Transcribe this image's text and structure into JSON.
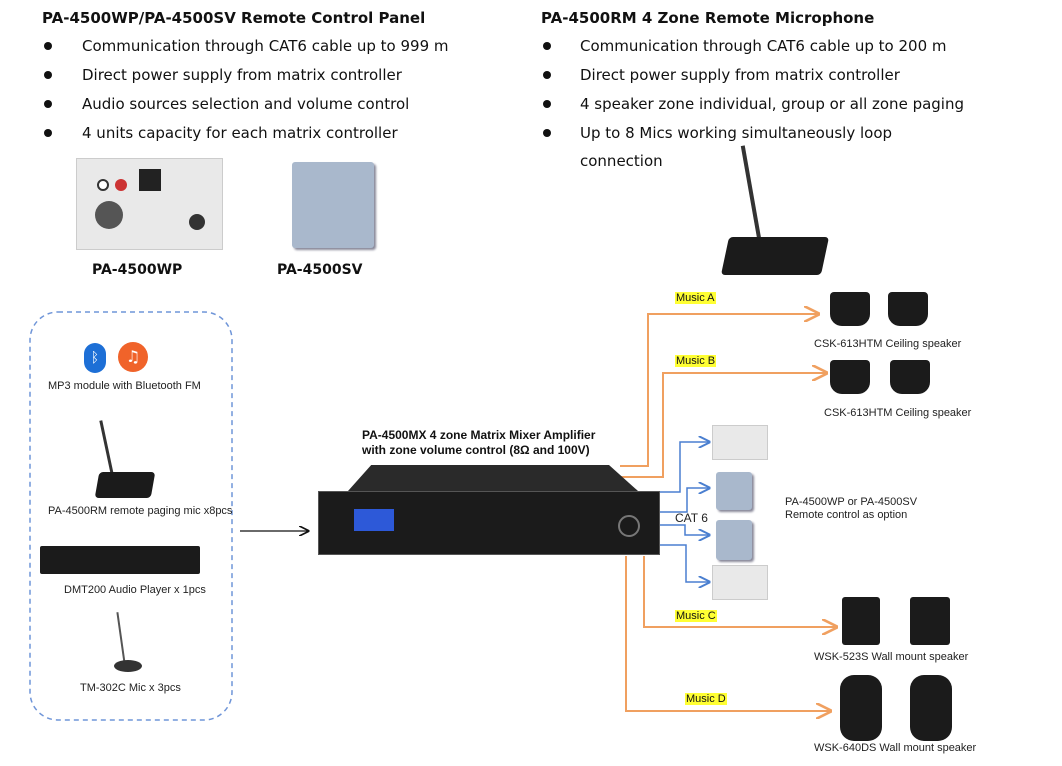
{
  "left_section": {
    "title": "PA-4500WP/PA-4500SV Remote Control Panel",
    "bullets": [
      "Communication through CAT6 cable up to 999 m",
      "Direct power supply from matrix controller",
      "Audio sources selection and volume control",
      "4 units capacity for each matrix controller"
    ],
    "products": [
      "PA-4500WP",
      "PA-4500SV"
    ]
  },
  "right_section": {
    "title": "PA-4500RM 4 Zone Remote Microphone",
    "bullets": [
      "Communication through CAT6 cable up to 200 m",
      "Direct power supply from matrix controller",
      "4 speaker zone individual, group or all zone paging",
      "Up to 8 Mics working simultaneously loop",
      "connection"
    ]
  },
  "sources": {
    "items": [
      "MP3 module with Bluetooth FM",
      "PA-4500RM remote paging mic x8pcs",
      "DMT200 Audio Player x 1pcs",
      "TM-302C Mic x 3pcs"
    ]
  },
  "amplifier": {
    "title_line1": "PA-4500MX 4 zone Matrix Mixer Amplifier",
    "title_line2": "with zone volume control (8Ω and 100V)"
  },
  "zones": {
    "music_labels": [
      "Music A",
      "Music B",
      "Music C",
      "Music D"
    ],
    "speakers": [
      "CSK-613HTM Ceiling speaker",
      "CSK-613HTM Ceiling speaker",
      "WSK-523S Wall mount speaker",
      "WSK-640DS Wall mount speaker"
    ]
  },
  "remote": {
    "cable": "CAT 6",
    "line1": "PA-4500WP or PA-4500SV",
    "line2": "Remote control as option"
  },
  "colors": {
    "orange": "#f0a060",
    "blue": "#4a7fd0",
    "highlight": "#ffff33",
    "dashed_border": "#6f95d8"
  }
}
